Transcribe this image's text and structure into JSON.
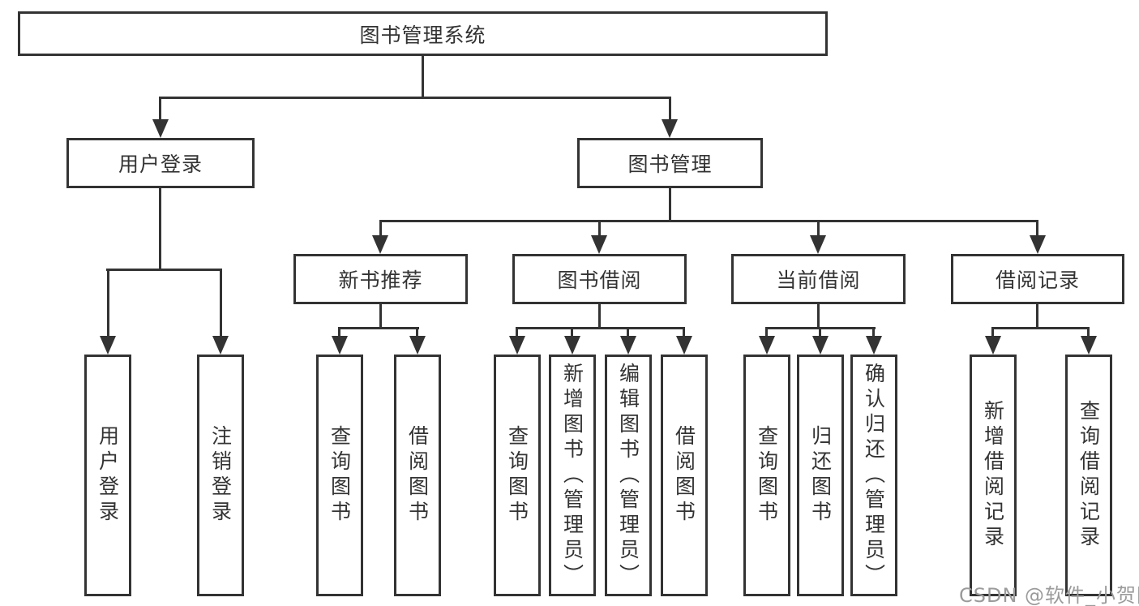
{
  "tree": {
    "root": "图书管理系统",
    "branches": [
      {
        "label": "用户登录",
        "leaves": [
          "用户登录",
          "注销登录"
        ]
      },
      {
        "label": "图书管理",
        "sections": [
          {
            "label": "新书推荐",
            "leaves": [
              "查询图书",
              "借阅图书"
            ]
          },
          {
            "label": "图书借阅",
            "leaves": [
              "查询图书",
              "新增图书（管理员）",
              "编辑图书（管理员）",
              "借阅图书"
            ]
          },
          {
            "label": "当前借阅",
            "leaves": [
              "查询图书",
              "归还图书",
              "确认归还（管理员）"
            ]
          },
          {
            "label": "借阅记录",
            "leaves": [
              "新增借阅记录",
              "查询借阅记录"
            ]
          }
        ]
      }
    ]
  },
  "watermark": "CSDN @软件_小贺同学",
  "colors": {
    "line": "#333333",
    "box_background": "#ffffff",
    "text": "#333333",
    "watermark": "#9b9b9b"
  }
}
